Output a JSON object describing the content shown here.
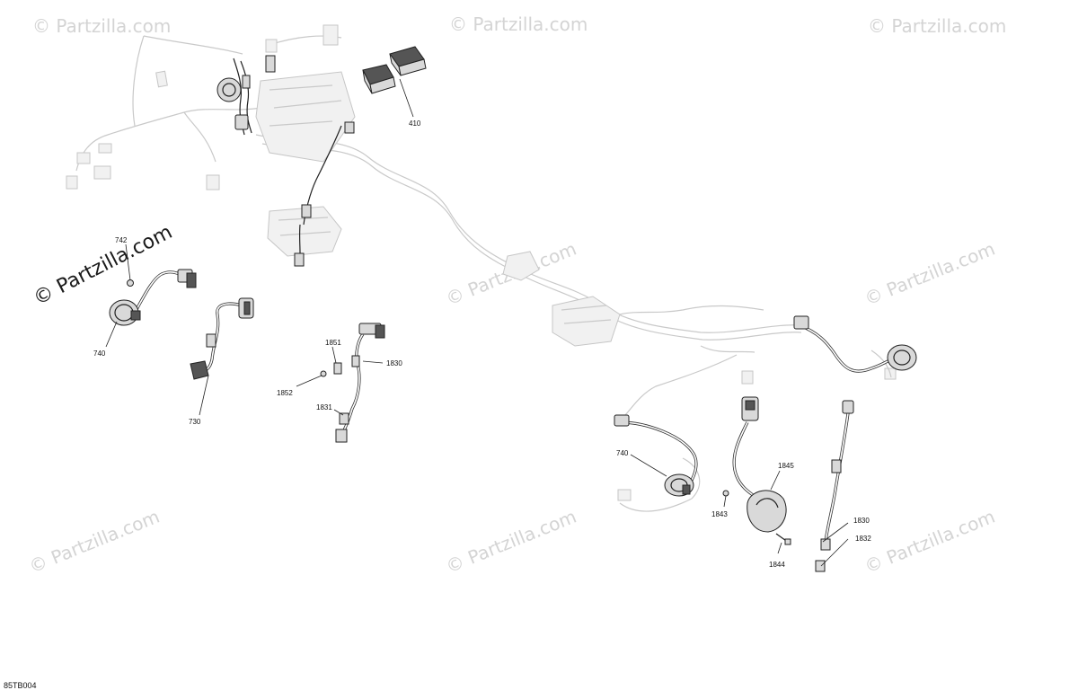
{
  "watermark": {
    "text": "© Partzilla.com",
    "featured_text": "© Partzilla.com"
  },
  "diagram_code": "85TB004",
  "callouts": {
    "c410": "410",
    "c742": "742",
    "c740a": "740",
    "c730": "730",
    "c1851": "1851",
    "c1830a": "1830",
    "c1852": "1852",
    "c1831": "1831",
    "c740b": "740",
    "c1845": "1845",
    "c1843": "1843",
    "c1844": "1844",
    "c1830b": "1830",
    "c1832": "1832"
  }
}
